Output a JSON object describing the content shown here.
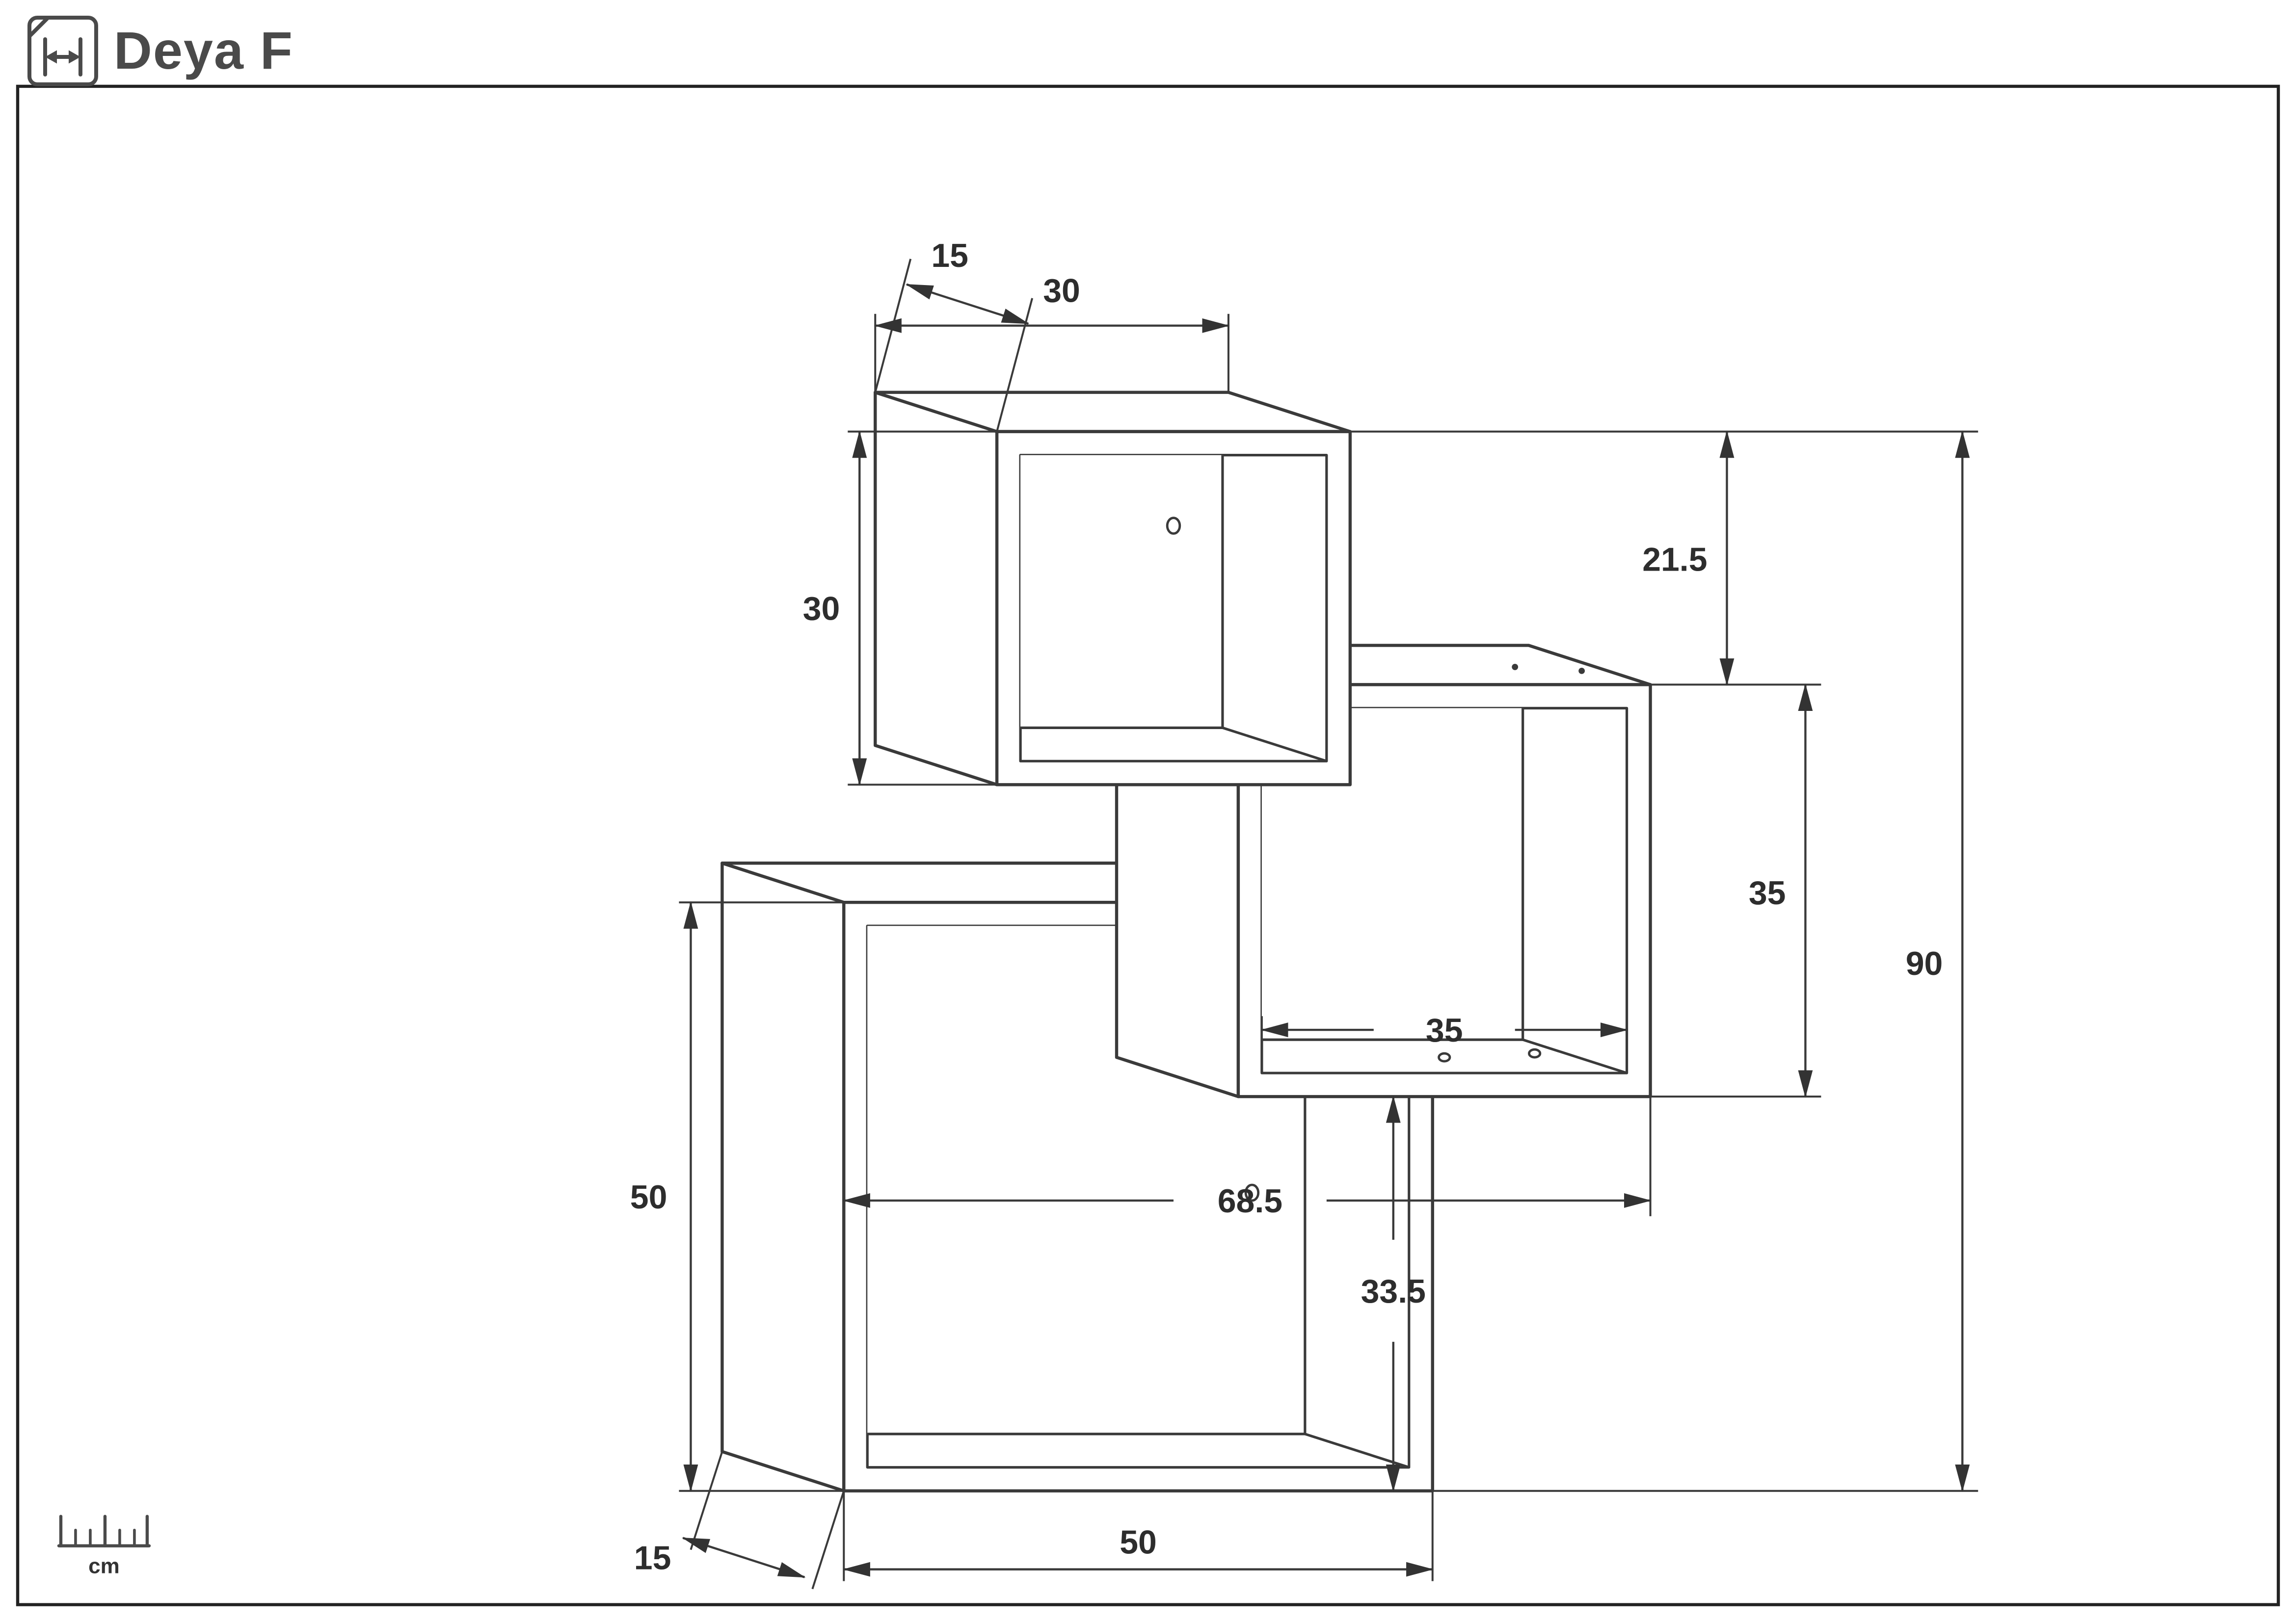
{
  "header": {
    "title": "Deya F",
    "icon": "width-arrow-icon"
  },
  "footer": {
    "unit_label": "cm",
    "icon": "ruler-icon"
  },
  "diagram": {
    "product": "wall shelf with three stacked open cube compartments",
    "units": "cm",
    "dims": {
      "top_box_depth": "15",
      "top_box_width": "30",
      "top_box_height": "30",
      "top_to_middle_gap": "21.5",
      "middle_box_height": "35",
      "middle_box_inner_width": "35",
      "total_height": "90",
      "overall_width": "68.5",
      "middle_bottom_to_base": "33.5",
      "bottom_box_height": "50",
      "bottom_box_depth": "15",
      "bottom_box_width": "50"
    }
  }
}
